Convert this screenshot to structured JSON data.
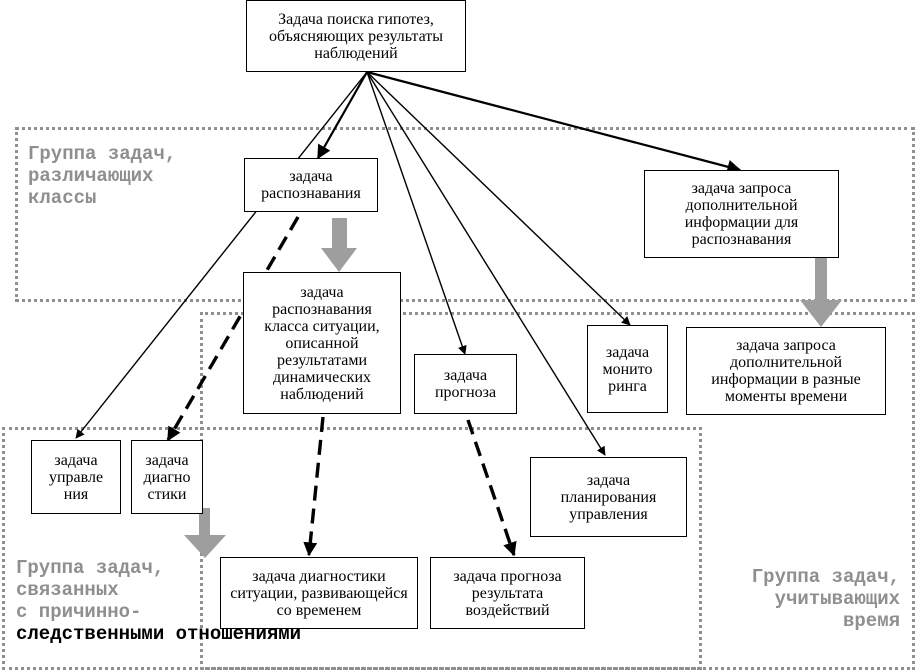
{
  "diagram": {
    "root": "Задача поиска гипотез,\nобъясняющих результаты\nнаблюдений",
    "recognition": "задача\nраспознавания",
    "recognition_query": "задача запроса\nдополнительной\nинформации для\nраспознавания",
    "dynamic_recognition": "задача\nраспознавания\nкласса ситуации,\nописанной\nрезультатами\nдинамических\nнаблюдений",
    "forecast": "задача\nпрогноза",
    "monitoring": "задача\nмонито\nринга",
    "time_query": "задача  запроса\nдополнительной\nинформации  в разные\nмоменты времени",
    "control": "задача\nуправле\nния",
    "diagnostics": "задача\nдиагно\nстики",
    "planning": "задача\nпланирования\nуправления",
    "evolving_diagnostics": "задача диагностики\nситуации, развивающейся\nсо временем",
    "impact_forecast": "задача прогноза\nрезультата\nвоздействий"
  },
  "groups": {
    "classes_label": "Группа задач,\nразличающих\nклассы",
    "causal_label_grey": "Группа задач,\nсвязанных\nс причинно-\n",
    "causal_label_tail": "следственными отношениями",
    "time_label": "Группа задач,\nучитывающих\nвремя"
  },
  "colors": {
    "group_border": "#8f8f8f",
    "grey_arrow": "#9e9e9e",
    "line": "#000000"
  }
}
